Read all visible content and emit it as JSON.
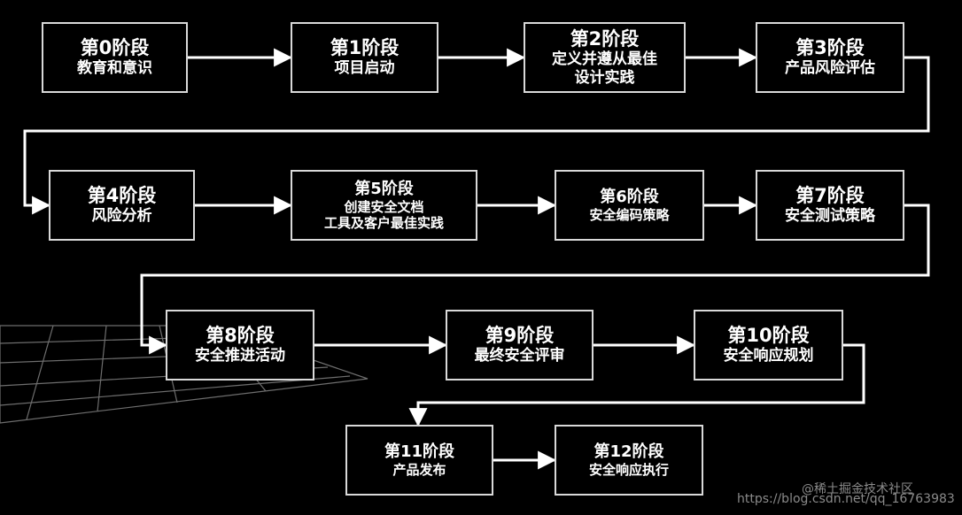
{
  "stages": [
    {
      "title": "第0阶段",
      "lines": [
        "教育和意识"
      ]
    },
    {
      "title": "第1阶段",
      "lines": [
        "项目启动"
      ]
    },
    {
      "title": "第2阶段",
      "lines": [
        "定义并遵从最佳",
        "设计实践"
      ]
    },
    {
      "title": "第3阶段",
      "lines": [
        "产品风险评估"
      ]
    },
    {
      "title": "第4阶段",
      "lines": [
        "风险分析"
      ]
    },
    {
      "title": "第5阶段",
      "lines": [
        "创建安全文档",
        "工具及客户最佳实践"
      ]
    },
    {
      "title": "第6阶段",
      "lines": [
        "安全编码策略"
      ]
    },
    {
      "title": "第7阶段",
      "lines": [
        "安全测试策略"
      ]
    },
    {
      "title": "第8阶段",
      "lines": [
        "安全推进活动"
      ]
    },
    {
      "title": "第9阶段",
      "lines": [
        "最终安全评审"
      ]
    },
    {
      "title": "第10阶段",
      "lines": [
        "安全响应规划"
      ]
    },
    {
      "title": "第11阶段",
      "lines": [
        "产品发布"
      ]
    },
    {
      "title": "第12阶段",
      "lines": [
        "安全响应执行"
      ]
    }
  ],
  "colors": {
    "background": "#000000",
    "box_border": "#d9d9d9",
    "text": "#ffffff",
    "arrow": "#ffffff",
    "grid": "#6e6e6e"
  },
  "watermark": {
    "brand": "@稀土掘金技术社区",
    "url": "https://blog.csdn.net/qq_16763983"
  }
}
